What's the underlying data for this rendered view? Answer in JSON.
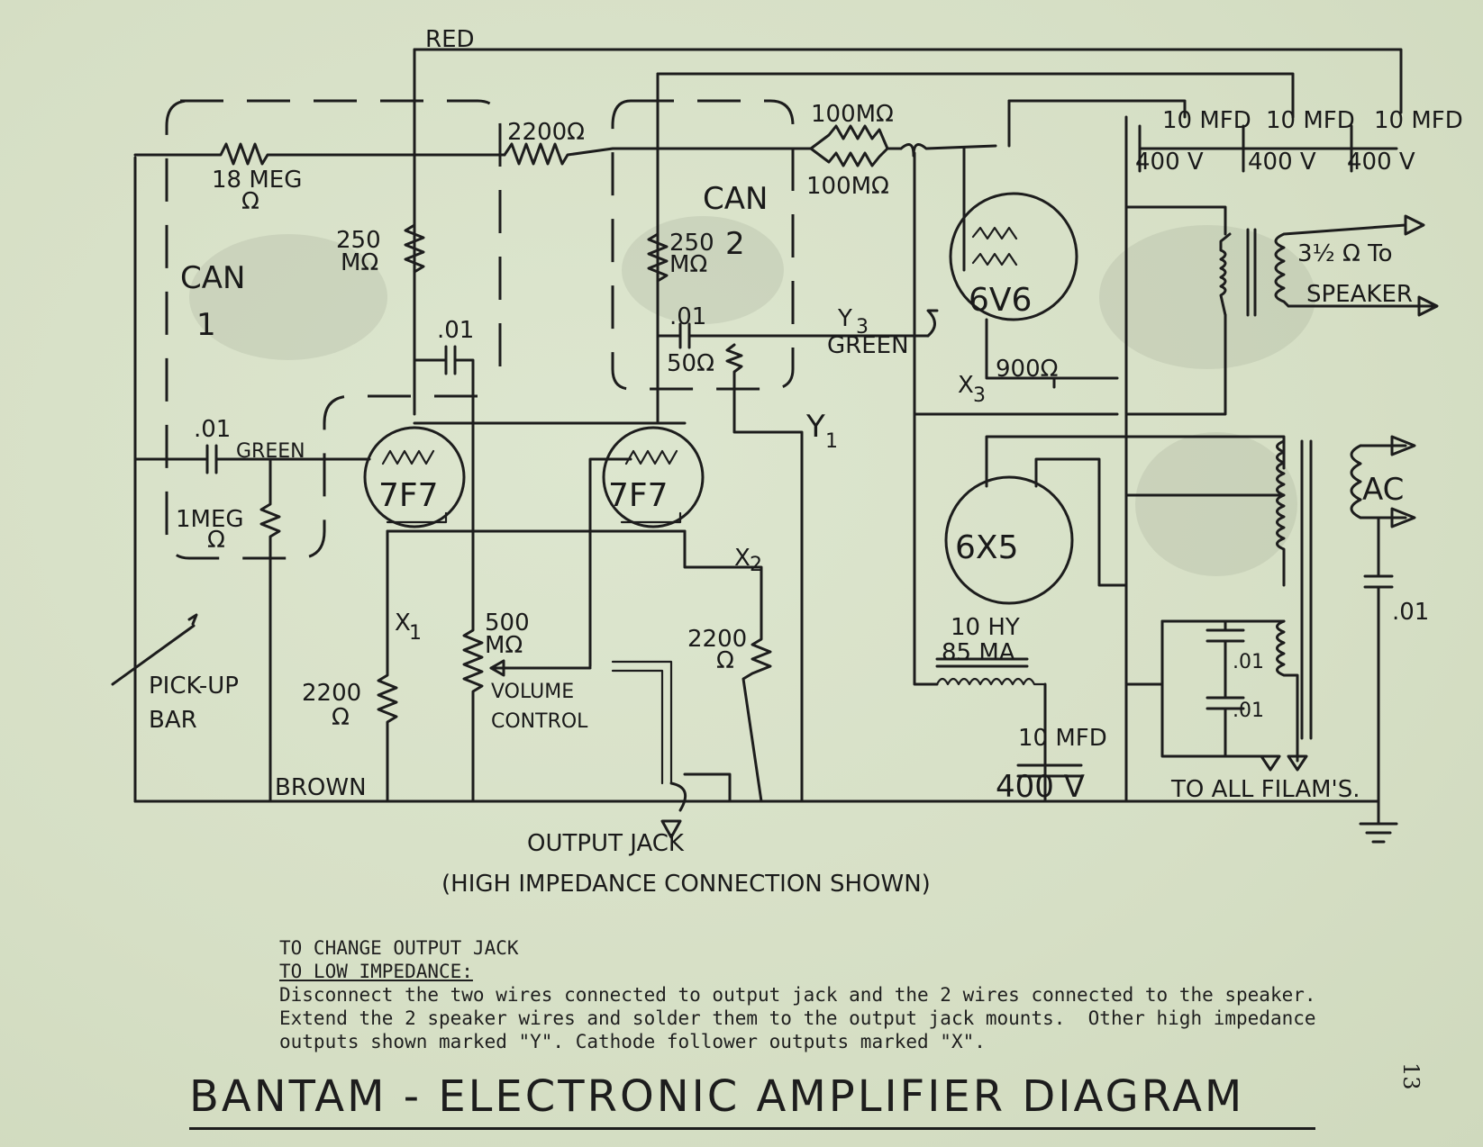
{
  "diagram": {
    "wire_labels": {
      "red": "RED",
      "green_top": "GREEN",
      "green_left": "GREEN",
      "brown": "BROWN"
    },
    "cans": {
      "can1": {
        "label": "CAN",
        "number": "1"
      },
      "can2": {
        "label": "CAN",
        "number": "2"
      }
    },
    "resistors": {
      "r_18meg_a": "18 MEG",
      "r_18meg_b": "Ω",
      "r_2200_top": "2200Ω",
      "r_100m_top": "100MΩ",
      "r_100m_bottom": "100MΩ",
      "r_250_left_a": "250",
      "r_250_left_b": "MΩ",
      "r_250_right_a": "250",
      "r_250_right_b": "MΩ",
      "r_50": "50Ω",
      "r_900": "900Ω",
      "r_1meg_a": "1MEG",
      "r_1meg_b": "Ω",
      "r_2200_left_a": "2200",
      "r_2200_left_b": "Ω",
      "r_500_a": "500",
      "r_500_b": "MΩ",
      "r_2200_right_a": "2200",
      "r_2200_right_b": "Ω"
    },
    "capacitors": {
      "c_01_top": ".01",
      "c_01_mid": ".01",
      "c_01_left": ".01",
      "c_01_ac": ".01",
      "c_01_fil_a": ".01",
      "c_01_fil_b": ".01",
      "c1_value": "10 MFD",
      "c1_voltage": "400 V",
      "c2_value": "10 MFD",
      "c2_voltage": "400 V",
      "c3_value": "10 MFD",
      "c3_voltage": "400 V",
      "c4_value": "10 MFD",
      "c4_voltage": "400 V"
    },
    "tubes": {
      "tube_a": "7F7",
      "tube_b": "7F7",
      "tube_c": "6V6",
      "tube_d": "6X5"
    },
    "outputs": {
      "x1": "X",
      "x1_sub": "1",
      "x2": "X",
      "x2_sub": "2",
      "x3": "X",
      "x3_sub": "3",
      "y1": "Y",
      "y1_sub": "1",
      "y3": "Y",
      "y3_sub": "3"
    },
    "labels": {
      "volume_a": "VOLUME",
      "volume_b": "CONTROL",
      "pickup_a": "PICK-UP",
      "pickup_b": "BAR",
      "choke_a": "10 HY",
      "choke_b": "85 MA",
      "speaker_a": "3½ Ω To",
      "speaker_b": "SPEAKER",
      "ac": "AC",
      "filaments": "TO ALL FILAM'S.",
      "output_jack": "OUTPUT JACK",
      "output_note": "(HIGH IMPEDANCE CONNECTION SHOWN)"
    }
  },
  "note": {
    "heading_line1": "TO CHANGE OUTPUT JACK",
    "heading_line2": "TO LOW IMPEDANCE:",
    "body": "Disconnect the two wires connected to output jack and the 2 wires connected to the speaker.  Extend the 2 speaker wires and solder them to the output jack mounts.  Other high impedance outputs shown marked \"Y\". Cathode follower outputs marked \"X\"."
  },
  "title": "BANTAM - ELECTRONIC   AMPLIFIER   DIAGRAM",
  "page_number": "13"
}
